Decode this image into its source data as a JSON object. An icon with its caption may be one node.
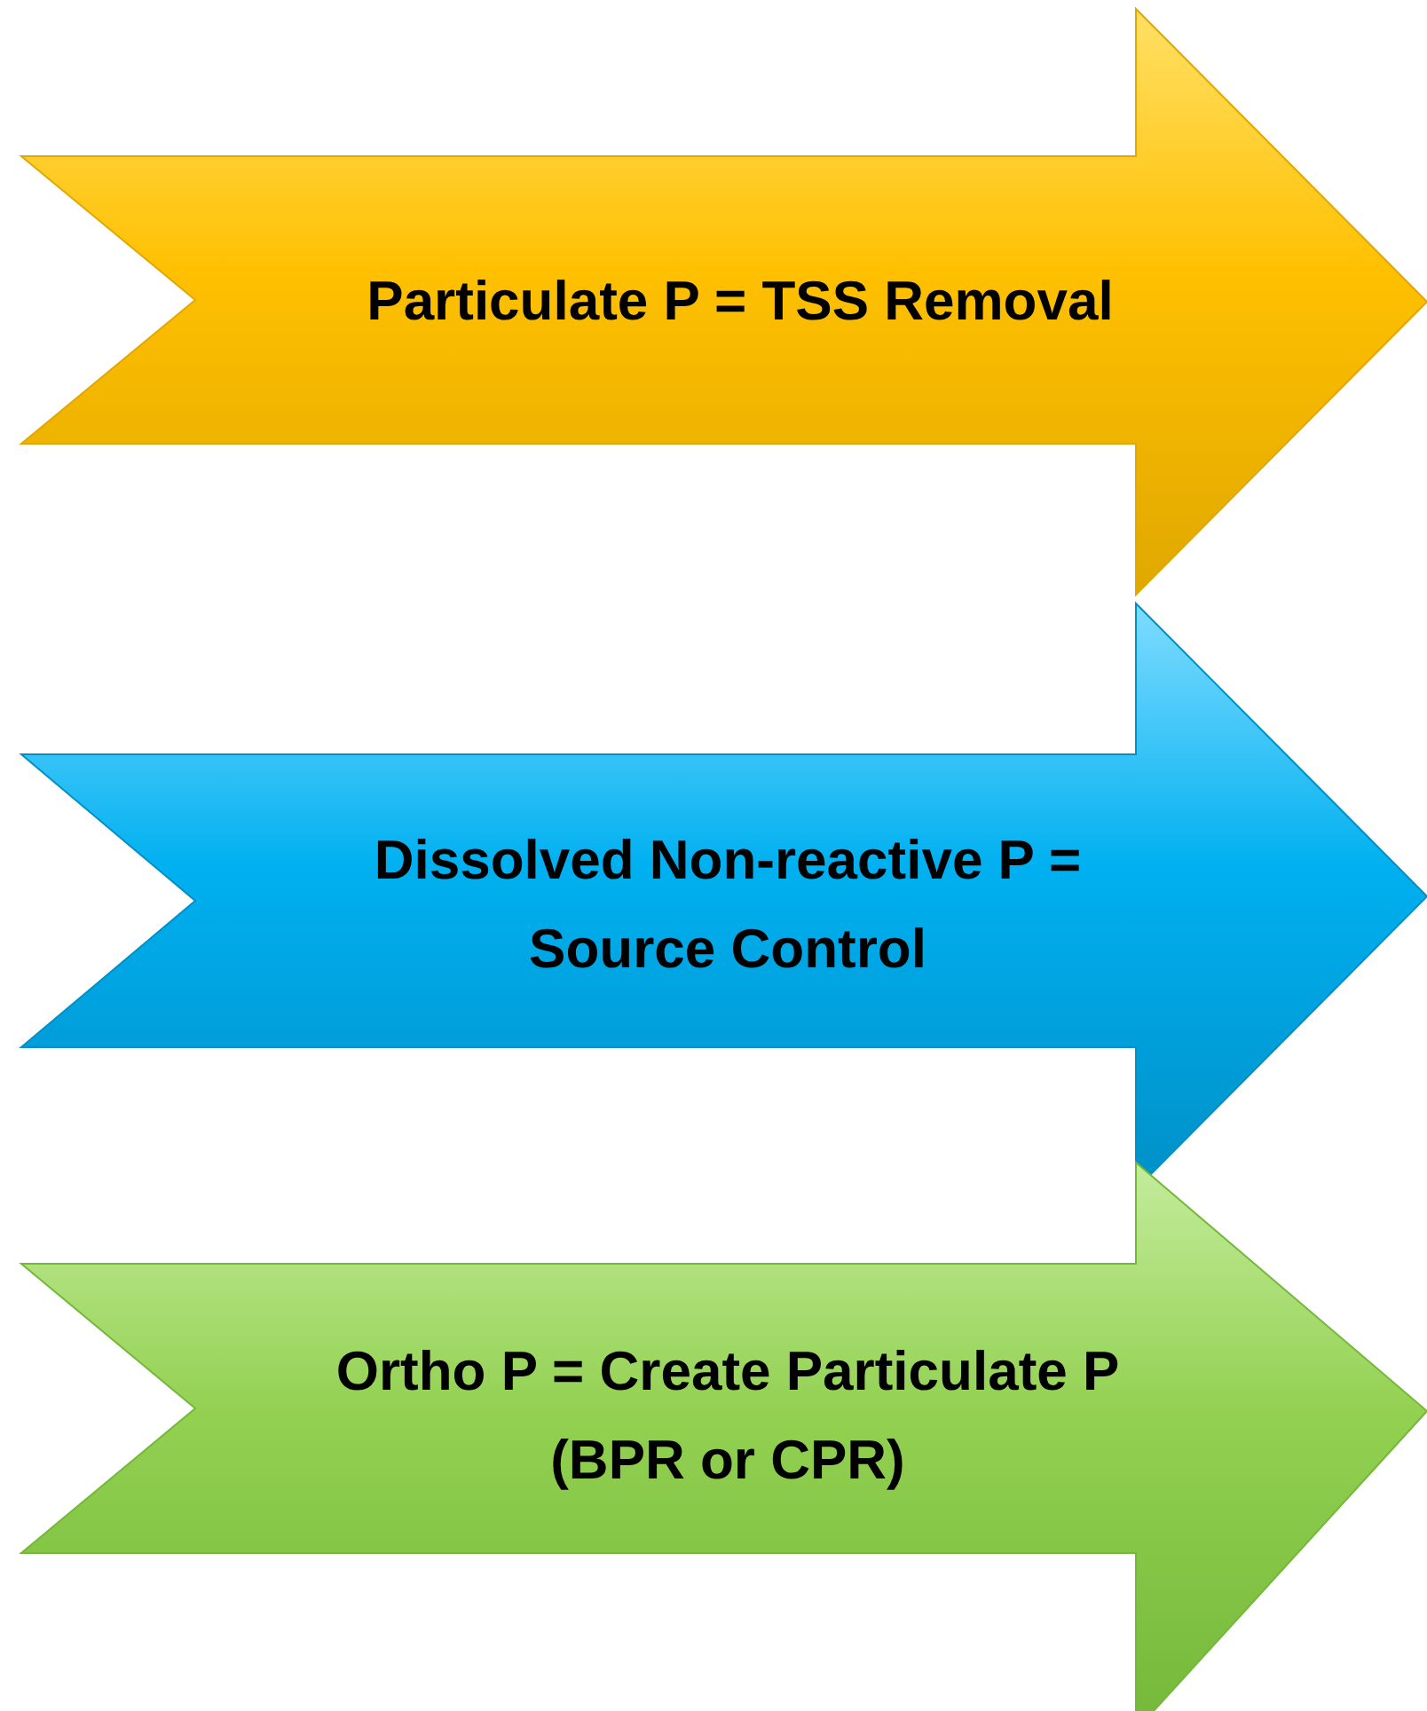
{
  "diagram": {
    "nodes": [
      {
        "text": [
          "Particulate P = TSS Removal"
        ]
      },
      {
        "text": [
          "Dissolved Non-reactive P = Source Control"
        ]
      },
      {
        "text": [
          "Ortho P = Create Particulate P (BPR or CPR)"
        ]
      }
    ]
  }
}
